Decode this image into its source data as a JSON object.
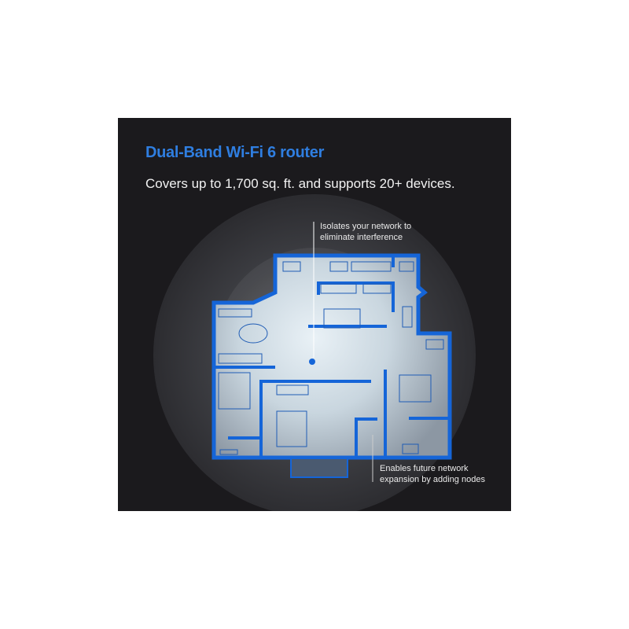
{
  "headline": "Dual-Band Wi-Fi 6 router",
  "subheadline": "Covers up to 1,700 sq. ft. and supports 20+ devices.",
  "callouts": [
    {
      "line1": "Isolates your network to",
      "line2": "eliminate interference"
    },
    {
      "line1": "Enables future network",
      "line2": "expansion by adding nodes"
    }
  ],
  "colors": {
    "accent": "#2f7ee0",
    "wall": "#1565d8",
    "background": "#1b1a1d"
  },
  "icons": [
    "router-node-icon"
  ]
}
